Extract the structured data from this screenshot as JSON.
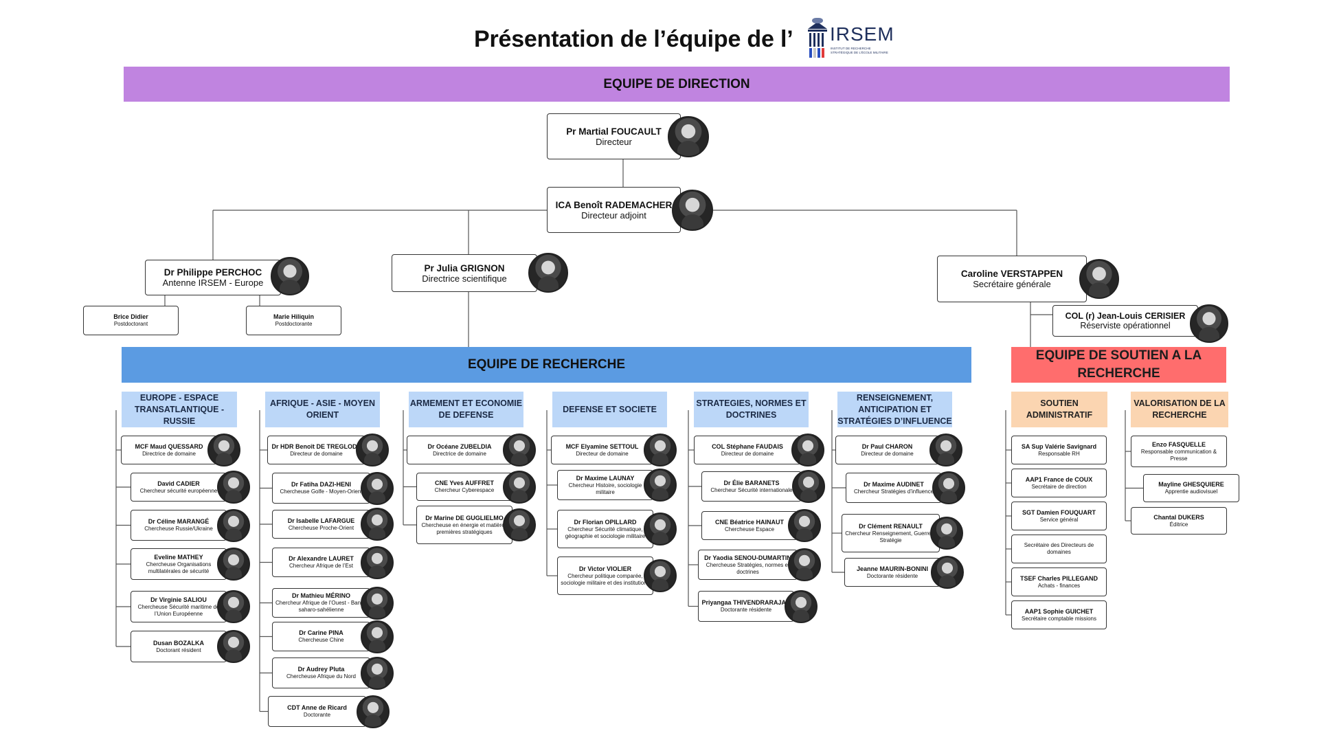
{
  "header": {
    "title": "Présentation de l’équipe de l’",
    "logo_text": "IRSEM",
    "logo_subtitle": "INSTITUT DE RECHERCHE STRATÉGIQUE DE L’ÉCOLE MILITAIRE"
  },
  "bands": {
    "direction": "EQUIPE DE DIRECTION",
    "recherche": "EQUIPE DE RECHERCHE",
    "soutien": "EQUIPE DE SOUTIEN A LA RECHERCHE"
  },
  "direction": {
    "director": {
      "name": "Pr Martial FOUCAULT",
      "role": "Directeur"
    },
    "deputy": {
      "name": "ICA Benoît RADEMACHER",
      "role": "Directeur adjoint"
    },
    "perchoc": {
      "name": "Dr Philippe PERCHOC",
      "role": "Antenne IRSEM - Europe"
    },
    "grignon": {
      "name": "Pr Julia GRIGNON",
      "role": "Directrice scientifique"
    },
    "verstappen": {
      "name": "Caroline VERSTAPPEN",
      "role": "Secrétaire générale"
    },
    "cerisier": {
      "name": "COL (r) Jean-Louis CERISIER",
      "role": "Réserviste opérationnel"
    },
    "didier": {
      "name": "Brice Didier",
      "role": "Postdoctorant"
    },
    "hiliquin": {
      "name": "Marie Hiliquin",
      "role": "Postdoctorante"
    }
  },
  "research": [
    {
      "header": "EUROPE - ESPACE TRANSATLANTIQUE - RUSSIE",
      "members": [
        {
          "name": "MCF Maud QUESSARD",
          "role": "Directrice de domaine"
        },
        {
          "name": "David CADIER",
          "role": "Chercheur sécurité européenne"
        },
        {
          "name": "Dr Céline MARANGÉ",
          "role": "Chercheuse Russie/Ukraine"
        },
        {
          "name": "Eveline MATHEY",
          "role": "Chercheuse Organisations multilatérales de sécurité"
        },
        {
          "name": "Dr Virginie SALIOU",
          "role": "Chercheuse Sécurité maritime de l’Union Européenne"
        },
        {
          "name": "Dusan BOZALKA",
          "role": "Doctorant résident"
        }
      ]
    },
    {
      "header": "AFRIQUE - ASIE - MOYEN ORIENT",
      "members": [
        {
          "name": "Dr HDR Benoît DE TREGLODE",
          "role": "Directeur de domaine"
        },
        {
          "name": "Dr Fatiha DAZI-HENI",
          "role": "Chercheuse Golfe - Moyen-Orient"
        },
        {
          "name": "Dr Isabelle LAFARGUE",
          "role": "Chercheuse Proche-Orient"
        },
        {
          "name": "Dr Alexandre LAURET",
          "role": "Chercheur Afrique de l’Est"
        },
        {
          "name": "Dr Mathieu MÉRINO",
          "role": "Chercheur Afrique de l’Ouest - Bande saharo-sahélienne"
        },
        {
          "name": "Dr Carine PINA",
          "role": "Chercheuse Chine"
        },
        {
          "name": "Dr Audrey Pluta",
          "role": "Chercheuse Afrique du Nord"
        },
        {
          "name": "CDT Anne de Ricard",
          "role": "Doctorante"
        }
      ]
    },
    {
      "header": "ARMEMENT ET ECONOMIE DE DEFENSE",
      "members": [
        {
          "name": "Dr Océane ZUBELDIA",
          "role": "Directrice de domaine"
        },
        {
          "name": "CNE Yves AUFFRET",
          "role": "Chercheur Cyberespace"
        },
        {
          "name": "Dr Marine DE GUGLIELMO",
          "role": "Chercheuse en énergie et matières premières stratégiques"
        }
      ]
    },
    {
      "header": "DEFENSE ET SOCIETE",
      "members": [
        {
          "name": "MCF Elyamine SETTOUL",
          "role": "Directeur de domaine"
        },
        {
          "name": "Dr Maxime LAUNAY",
          "role": "Chercheur Histoire, sociologie militaire"
        },
        {
          "name": "Dr Florian OPILLARD",
          "role": "Chercheur Sécurité climatique, géographie et sociologie militaire"
        },
        {
          "name": "Dr Victor VIOLIER",
          "role": "Chercheur politique comparée, sociologie militaire et des institutions"
        }
      ]
    },
    {
      "header": "STRATEGIES, NORMES ET DOCTRINES",
      "members": [
        {
          "name": "COL Stéphane FAUDAIS",
          "role": "Directeur de domaine"
        },
        {
          "name": "Dr Élie BARANETS",
          "role": "Chercheur Sécurité internationale"
        },
        {
          "name": "CNE Béatrice HAINAUT",
          "role": "Chercheuse Espace"
        },
        {
          "name": "Dr Yaodia SENOU-DUMARTIN",
          "role": "Chercheuse Stratégies, normes et doctrines"
        },
        {
          "name": "Priyangaa THIVENDRARAJAH",
          "role": "Doctorante résidente"
        }
      ]
    },
    {
      "header": "RENSEIGNEMENT, ANTICIPATION ET STRATÉGIES D’INFLUENCE",
      "members": [
        {
          "name": "Dr Paul CHARON",
          "role": "Directeur de domaine"
        },
        {
          "name": "Dr Maxime AUDINET",
          "role": "Chercheur Stratégies d’influence"
        },
        {
          "name": "Dr Clément RENAULT",
          "role": "Chercheur Renseignement, Guerre & Stratégie"
        },
        {
          "name": "Jeanne MAURIN-BONINI",
          "role": "Doctorante résidente"
        }
      ]
    }
  ],
  "support": [
    {
      "header": "SOUTIEN ADMINISTRATIF",
      "members": [
        {
          "name": "SA Sup Valérie Savignard",
          "role": "Responsable RH"
        },
        {
          "name": "AAP1 France de COUX",
          "role": "Secrétaire de direction"
        },
        {
          "name": "SGT Damien FOUQUART",
          "role": "Service général"
        },
        {
          "name": "",
          "role": "Secrétaire des Directeurs de domaines"
        },
        {
          "name": "TSEF Charles PILLEGAND",
          "role": "Achats - finances"
        },
        {
          "name": "AAP1 Sophie GUICHET",
          "role": "Secrétaire comptable missions"
        }
      ]
    },
    {
      "header": "VALORISATION DE LA RECHERCHE",
      "members": [
        {
          "name": "Enzo FASQUELLE",
          "role": "Responsable communication & Presse"
        },
        {
          "name": "Mayline GHESQUIERE",
          "role": "Apprentie audiovisuel"
        },
        {
          "name": "Chantal DUKERS",
          "role": "Éditrice"
        }
      ]
    }
  ],
  "colors": {
    "direction_band": "#c084e0",
    "research_band": "#5b9be2",
    "support_band": "#ff6d6d",
    "research_header": "#bcd7f8",
    "support_header": "#fbd5b1"
  }
}
